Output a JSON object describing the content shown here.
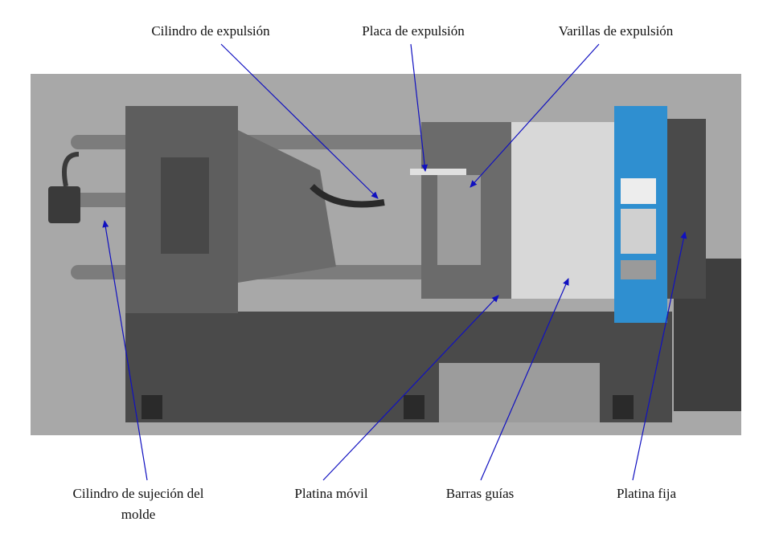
{
  "labels": {
    "cilindro_expulsion": "Cilindro de expulsión",
    "placa_expulsion": "Placa de expulsión",
    "varillas_expulsion": "Varillas de expulsión",
    "cilindro_sujecion_line1": "Cilindro de sujeción del",
    "cilindro_sujecion_line2": "molde",
    "platina_movil": "Platina móvil",
    "barras_guias": "Barras guías",
    "platina_fija": "Platina fija"
  },
  "colors": {
    "background": "#ffffff",
    "photo_background": "#a8a8a8",
    "machine_dark": "#4a4a4a",
    "machine_mid": "#6b6b6b",
    "machine_light": "#8a8a8a",
    "control_panel": "#2f8fd0",
    "arrow": "#1010c0",
    "label_text": "#111111"
  },
  "icons": [
    "arrow-icon"
  ]
}
